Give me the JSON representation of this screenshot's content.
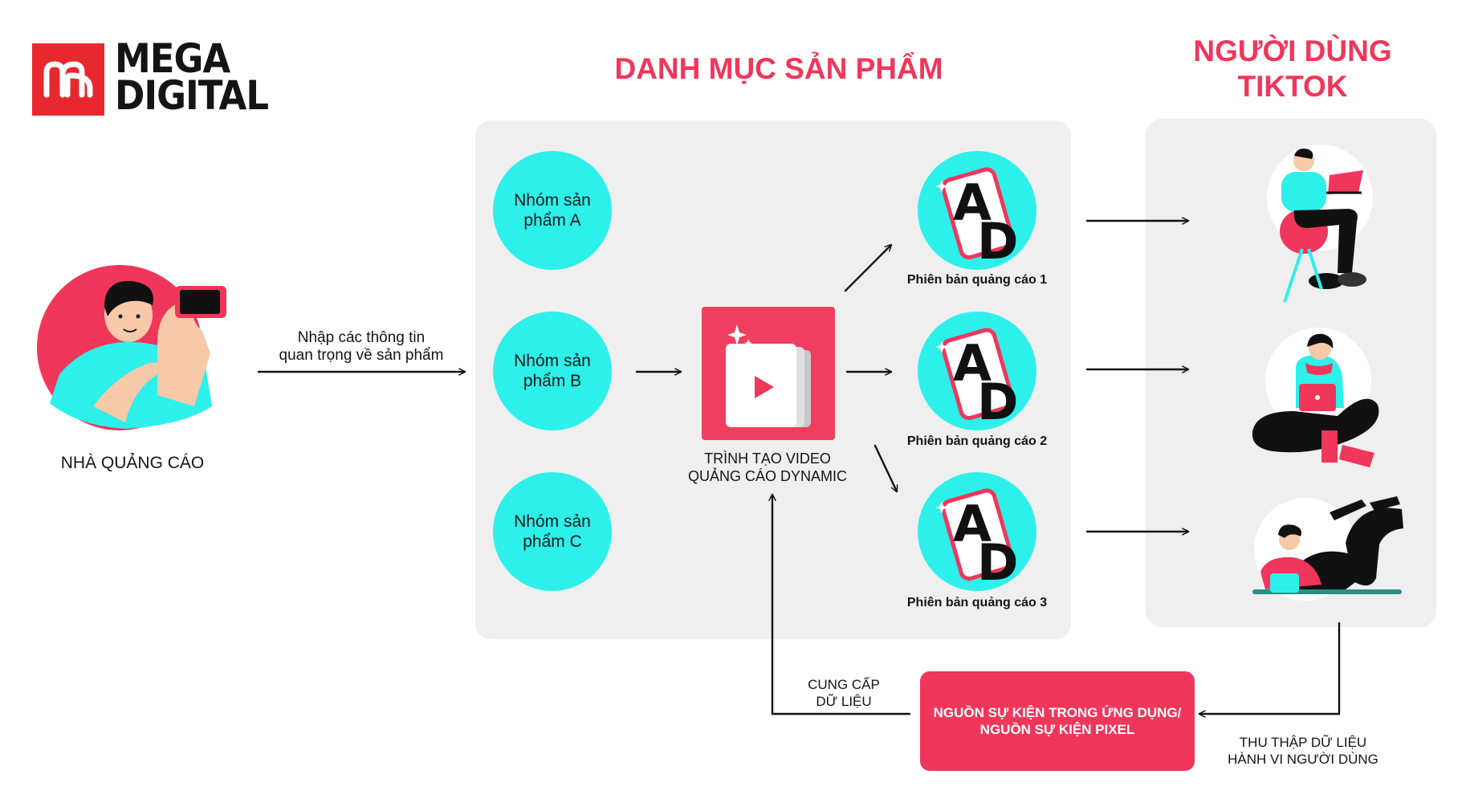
{
  "logo": {
    "line1": "MEGA",
    "line2": "DIGITAL",
    "brand_color": "#e8282f"
  },
  "titles": {
    "catalog": "DANH MỤC SẢN PHẨM",
    "users_line1": "NGƯỜI DÙNG",
    "users_line2": "TIKTOK",
    "accent_color": "#f0365b"
  },
  "advertiser": {
    "label": "NHÀ QUẢNG CÁO",
    "input_line1": "Nhập các thông tin",
    "input_line2": "quan trọng về sản phẩm"
  },
  "product_groups": [
    {
      "line1": "Nhóm sản",
      "line2": "phẩm A"
    },
    {
      "line1": "Nhóm sản",
      "line2": "phẩm B"
    },
    {
      "line1": "Nhóm sản",
      "line2": "phẩm C"
    }
  ],
  "video_creator": {
    "line1": "TRÌNH TẠO VIDEO",
    "line2": "QUẢNG CÁO DYNAMIC"
  },
  "ad_versions": [
    {
      "label": "Phiên bản quảng cáo 1"
    },
    {
      "label": "Phiên bản quảng cáo 2"
    },
    {
      "label": "Phiên bản quảng cáo 3"
    }
  ],
  "event_source": {
    "line1": "NGUỒN SỰ KIỆN TRONG ỨNG DỤNG/",
    "line2": "NGUỒN SỰ KIỆN PIXEL"
  },
  "provide_data": {
    "line1": "CUNG CẤP",
    "line2": "DỮ LIỆU"
  },
  "collect_data": {
    "line1": "THU THẬP DỮ LIỆU",
    "line2": "HÀNH VI NGƯỜI DÙNG"
  },
  "colors": {
    "cyan": "#2df0ea",
    "panel": "#efefef",
    "pink": "#f0365b"
  }
}
